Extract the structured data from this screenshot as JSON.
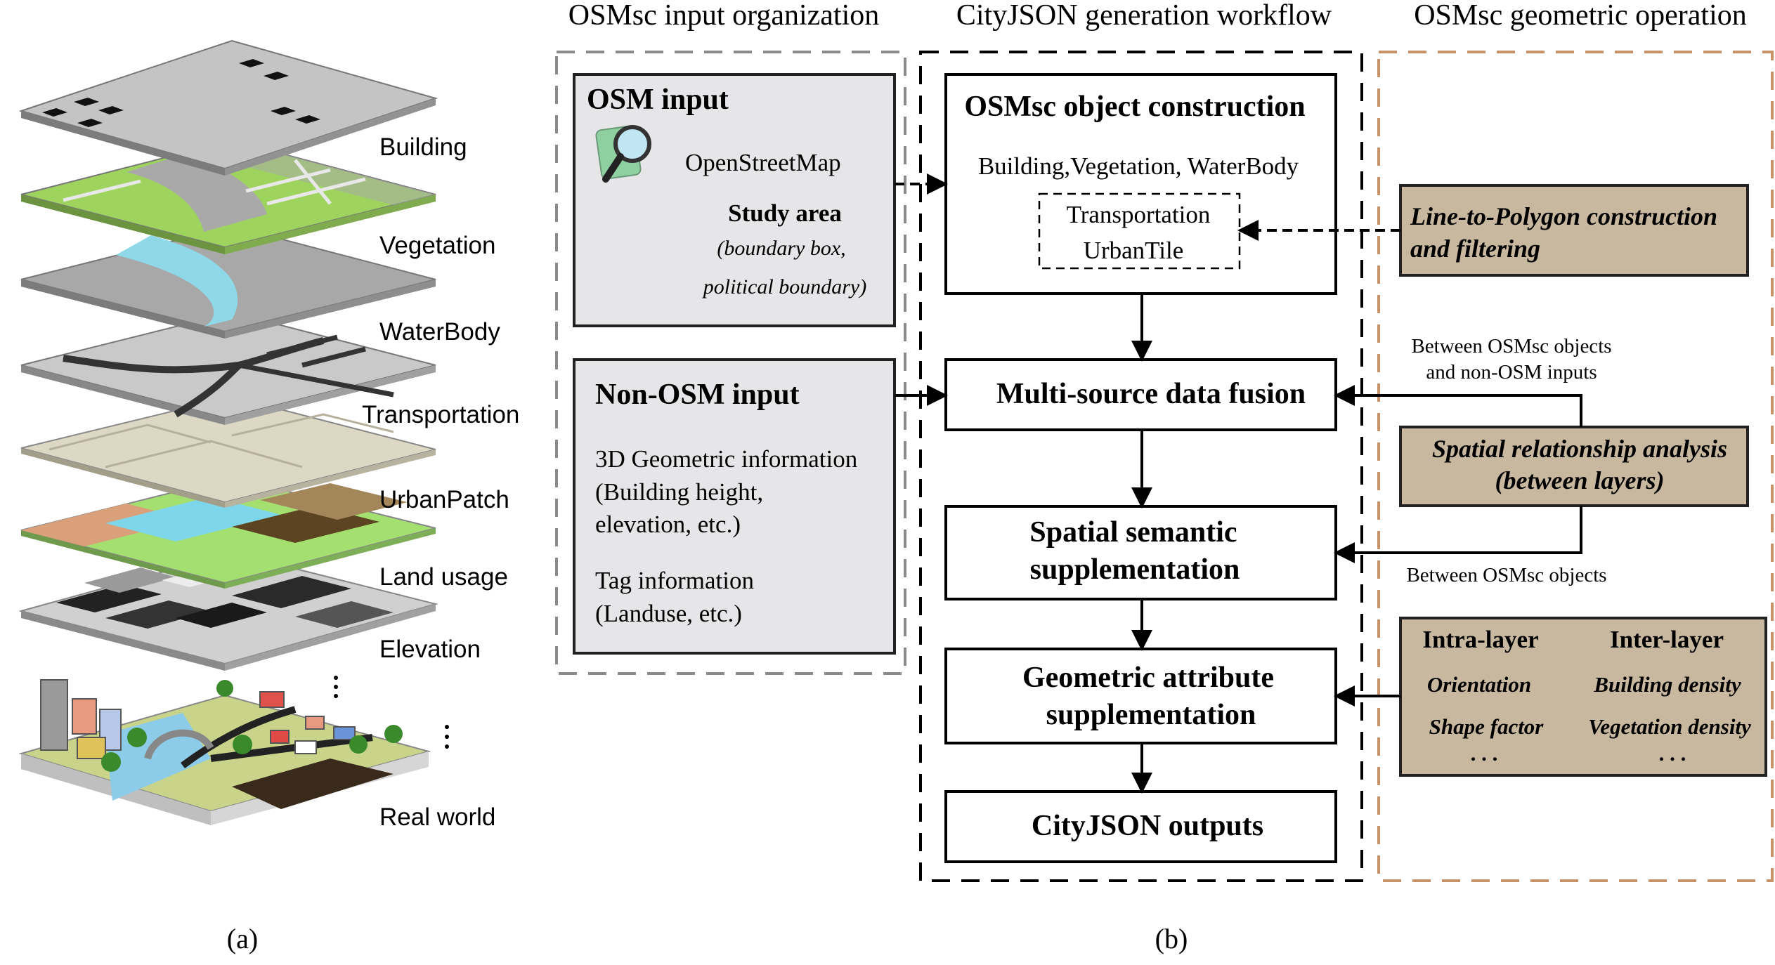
{
  "panel_a": {
    "caption": "(a)",
    "layers": [
      {
        "label": "Building"
      },
      {
        "label": "Vegetation"
      },
      {
        "label": "WaterBody"
      },
      {
        "label": "Transportation"
      },
      {
        "label": "UrbanPatch"
      },
      {
        "label": "Land usage"
      },
      {
        "label": "Elevation"
      },
      {
        "label": "Real world"
      }
    ]
  },
  "panel_b": {
    "caption": "(b)",
    "columns": {
      "input": "OSMsc input organization",
      "workflow": "CityJSON generation workflow",
      "geometric": "OSMsc geometric operation"
    },
    "osm_input": {
      "title": "OSM input",
      "source": "OpenStreetMap",
      "study_area": "Study area",
      "study_area_detail_1": "(boundary box,",
      "study_area_detail_2": "political boundary)"
    },
    "non_osm_input": {
      "title": "Non-OSM input",
      "lines": [
        "3D Geometric information",
        "(Building height,",
        "elevation, etc.)",
        "Tag information",
        "(Landuse, etc.)"
      ]
    },
    "workflow": {
      "construction_title": "OSMsc object construction",
      "construction_objects": "Building,Vegetation, WaterBody",
      "construction_sub_1": "Transportation",
      "construction_sub_2": "UrbanTile",
      "fusion": "Multi-source data fusion",
      "semantic_1": "Spatial semantic",
      "semantic_2": "supplementation",
      "geometric_1": "Geometric attribute",
      "geometric_2": "supplementation",
      "outputs": "CityJSON outputs"
    },
    "operations": {
      "line_to_polygon_1": "Line-to-Polygon construction",
      "line_to_polygon_2": "and filtering",
      "between_inputs_1": "Between OSMsc objects",
      "between_inputs_2": "and non-OSM inputs",
      "spatial_1": "Spatial relationship analysis",
      "spatial_2": "(between layers)",
      "between_objects": "Between OSMsc objects",
      "intra_header": "Intra-layer",
      "inter_header": "Inter-layer",
      "intra_items": [
        "Orientation",
        "Shape factor",
        ". . ."
      ],
      "inter_items": [
        "Building density",
        "Vegetation density",
        ". . ."
      ]
    }
  }
}
